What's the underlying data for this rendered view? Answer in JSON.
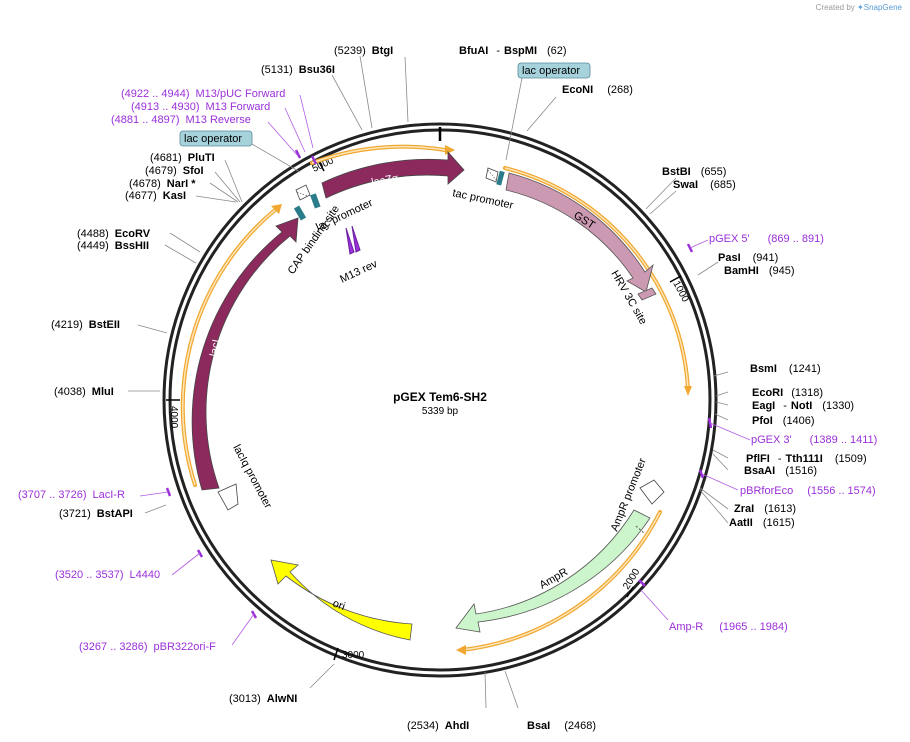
{
  "credit": {
    "prefix": "Created by",
    "brand": "SnapGene"
  },
  "plasmid": {
    "name": "pGEX Tem6-SH2",
    "size": "5339 bp"
  },
  "ticks": [
    "1000",
    "2000",
    "3000",
    "4000",
    "5000"
  ],
  "features": {
    "lacZa": "lacZα",
    "lacI": "lacI",
    "GST": "GST",
    "HRV": "HRV 3C site",
    "AmpR": "AmpR",
    "ori": "ori",
    "tac_promoter": "tac promoter",
    "lac_promoter": "lac promoter",
    "cap_site": "CAP binding site",
    "m13rev": "M13 rev",
    "ampr_promoter": "AmpR promoter",
    "laciq_promoter": "lacIq promoter",
    "lac_operator_1": "lac operator",
    "lac_operator_2": "lac operator"
  },
  "sites": [
    {
      "pos": "(5239)",
      "name": "BtgI"
    },
    {
      "pos": "(5131)",
      "name": "Bsu36I"
    },
    {
      "name": "BfuAI",
      "sep": "-",
      "name2": "BspMI",
      "pos": "(62)"
    },
    {
      "name": "EcoNI",
      "pos": "(268)"
    },
    {
      "name": "BstBI",
      "pos": "(655)"
    },
    {
      "name": "SwaI",
      "pos": "(685)"
    },
    {
      "name": "PasI",
      "pos": "(941)"
    },
    {
      "name": "BamHI",
      "pos": "(945)"
    },
    {
      "name": "BsmI",
      "pos": "(1241)"
    },
    {
      "name": "EcoRI",
      "pos": "(1318)"
    },
    {
      "name": "EagI",
      "sep": "-",
      "name2": "NotI",
      "pos": "(1330)"
    },
    {
      "name": "PfoI",
      "pos": "(1406)"
    },
    {
      "name": "PflFI",
      "sep": "-",
      "name2": "Tth111I",
      "pos": "(1509)"
    },
    {
      "name": "BsaAI",
      "pos": "(1516)"
    },
    {
      "name": "ZraI",
      "pos": "(1613)"
    },
    {
      "name": "AatII",
      "pos": "(1615)"
    },
    {
      "pos": "(2534)",
      "name": "AhdI"
    },
    {
      "name": "BsaI",
      "pos": "(2468)"
    },
    {
      "pos": "(3013)",
      "name": "AlwNI"
    },
    {
      "pos": "(3721)",
      "name": "BstAPI"
    },
    {
      "pos": "(4038)",
      "name": "MluI"
    },
    {
      "pos": "(4219)",
      "name": "BstEII"
    },
    {
      "pos": "(4449)",
      "name": "BssHII"
    },
    {
      "pos": "(4488)",
      "name": "EcoRV"
    },
    {
      "pos": "(4677)",
      "name": "KasI"
    },
    {
      "pos": "(4678)",
      "name": "NarI *"
    },
    {
      "pos": "(4679)",
      "name": "SfoI"
    },
    {
      "pos": "(4681)",
      "name": "PluTI"
    }
  ],
  "primers": [
    {
      "range": "(4922 .. 4944)",
      "name": "M13/pUC Forward"
    },
    {
      "range": "(4913 .. 4930)",
      "name": "M13 Forward"
    },
    {
      "range": "(4881 .. 4897)",
      "name": "M13 Reverse"
    },
    {
      "name": "pGEX 5'",
      "range": "(869 .. 891)"
    },
    {
      "name": "pGEX 3'",
      "range": "(1389 .. 1411)"
    },
    {
      "name": "pBRforEco",
      "range": "(1556 .. 1574)"
    },
    {
      "name": "Amp-R",
      "range": "(1965 .. 1984)"
    },
    {
      "range": "(3707 .. 3726)",
      "name": "LacI-R"
    },
    {
      "range": "(3520 .. 3537)",
      "name": "L4440"
    },
    {
      "range": "(3267 .. 3286)",
      "name": "pBR322ori-F"
    }
  ],
  "colors": {
    "backbone": "#222222",
    "lacI": "#8c2a5e",
    "GST": "#cc99b3",
    "AmpR": "#ccf5cc",
    "ori": "#ffff00",
    "orf": "#f0a830",
    "lac_operator": "#a6d2dc",
    "primer": "#9b30d9"
  }
}
